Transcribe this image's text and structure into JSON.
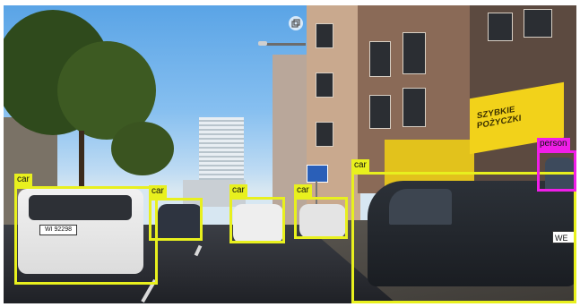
{
  "detections": [
    {
      "label": "car"
    },
    {
      "label": "car"
    },
    {
      "label": "car"
    },
    {
      "label": "car"
    },
    {
      "label": "car"
    },
    {
      "label": "person"
    }
  ],
  "sign_text": "SZYBKIE POŻYCZKI",
  "plates": [
    "WI 92298",
    "WE"
  ],
  "colors": {
    "car_box": "#e8f01e",
    "person_box": "#f01ee8"
  },
  "icons": {
    "overlay": "expand-icon"
  }
}
